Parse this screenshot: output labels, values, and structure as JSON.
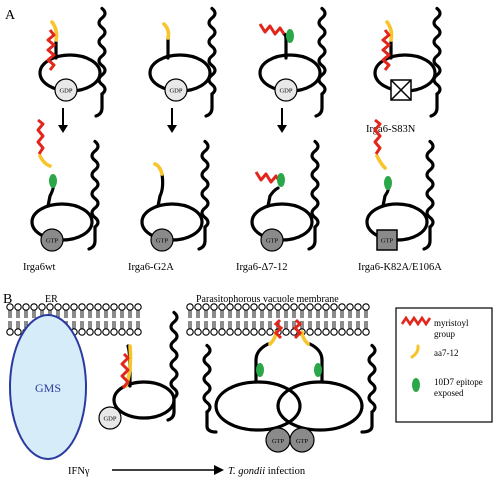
{
  "panels": {
    "a_label": "A",
    "b_label": "B"
  },
  "panel_a": {
    "top_row_labels": [
      "",
      "",
      "",
      "Irga6-S83N"
    ],
    "bottom_row_labels": [
      "Irga6wt",
      "Irga6-G2A",
      "Irga6-Δ7-12",
      "Irga6-K82A/E106A"
    ],
    "nucleotide_top": "GDP",
    "nucleotide_bottom": "GTP"
  },
  "panel_b": {
    "er_label": "ER",
    "pv_label": "Parasitophorous vacuole membrane",
    "gms_label": "GMS",
    "ifn_label": "IFNγ",
    "infection_label": "T. gondii infection",
    "nucleotide_left": "GDP",
    "nucleotide_right": "GTP"
  },
  "legend": {
    "items": [
      {
        "label_lines": [
          "myristoyl",
          "group"
        ],
        "symbol": "red-zigzag",
        "color": "#e2261c"
      },
      {
        "label_lines": [
          "aa7-12"
        ],
        "symbol": "yellow-arc",
        "color": "#f7c52b"
      },
      {
        "label_lines": [
          "10D7 epitope",
          "exposed"
        ],
        "symbol": "green-ellipse",
        "color": "#2aa748"
      }
    ]
  },
  "colors": {
    "myristoyl": "#e2261c",
    "aa7_12": "#f7c52b",
    "epitope": "#2aa748",
    "gdp_fill": "#e8e8e8",
    "gtp_fill": "#8a8a8a",
    "gms_fill": "#d6ecf8",
    "gms_stroke": "#2b3aa0",
    "gms_text": "#2b3aa0"
  }
}
